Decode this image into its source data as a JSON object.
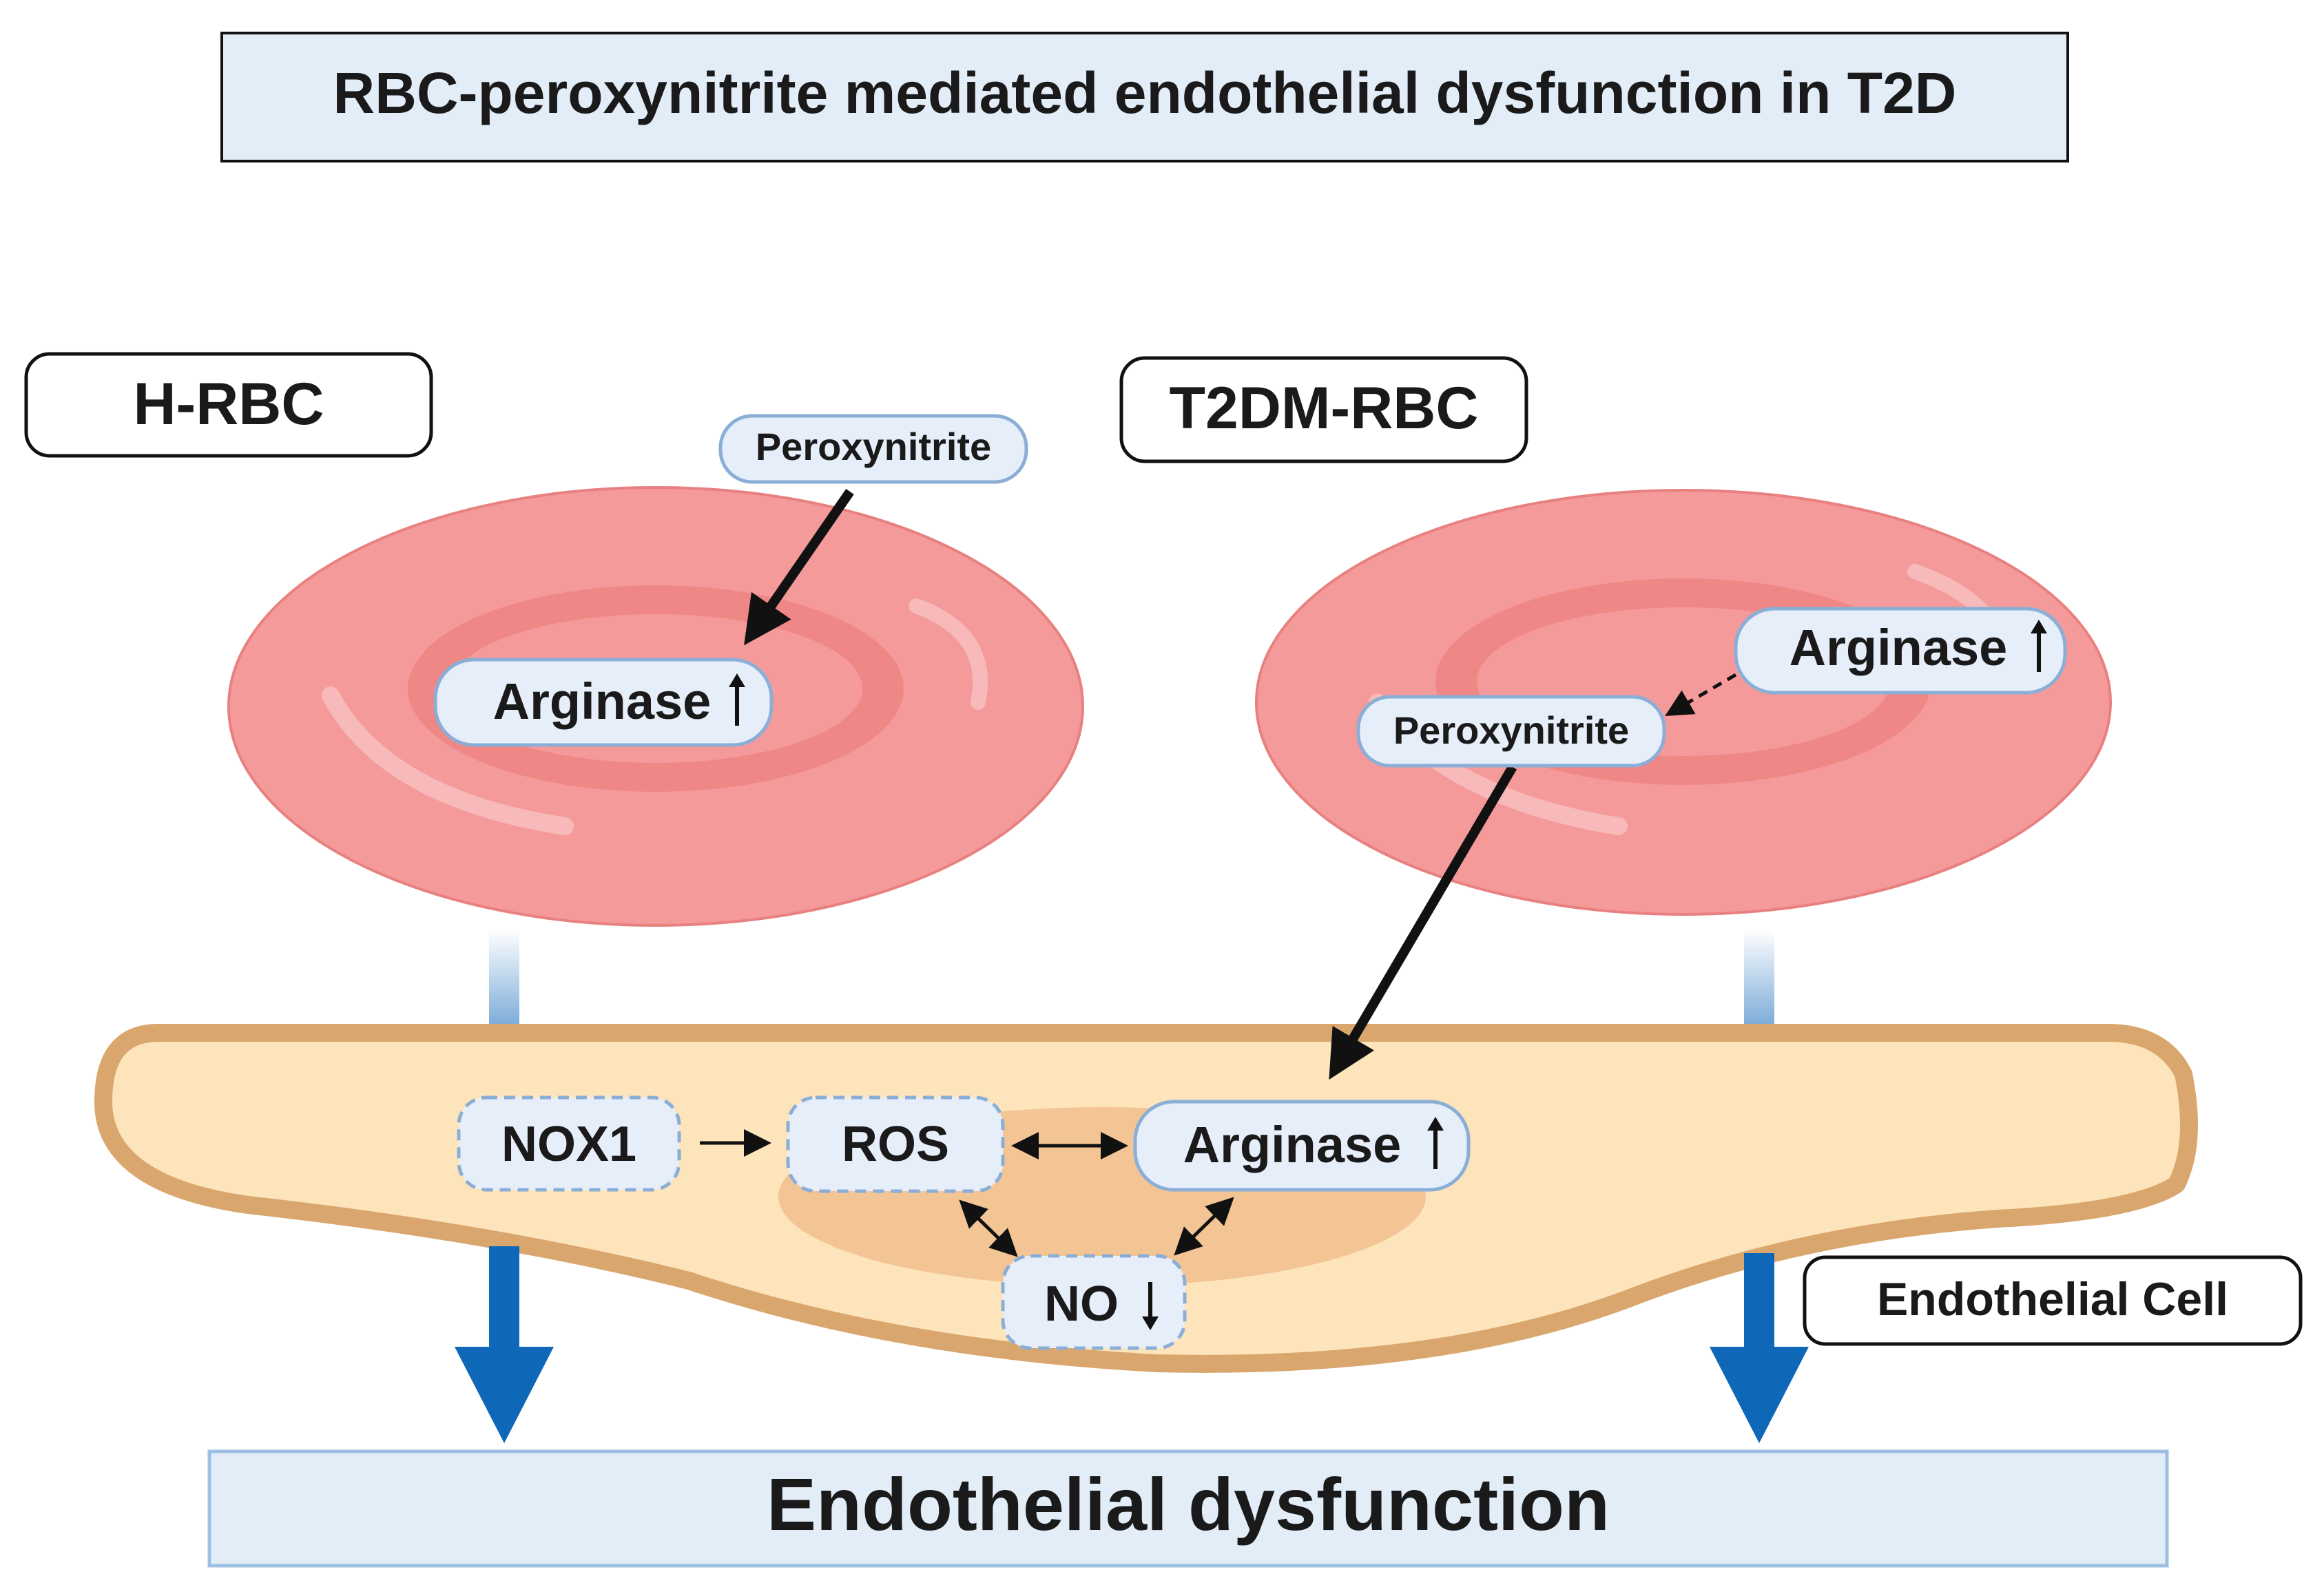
{
  "title": "RBC-peroxynitrite mediated endothelial dysfunction in T2D",
  "panels": {
    "healthy_label": "H-RBC",
    "t2dm_label": "T2DM-RBC"
  },
  "healthy_rbc": {
    "peroxynitrite": "Peroxynitrite",
    "arginase": "Arginase"
  },
  "t2dm_rbc": {
    "arginase": "Arginase",
    "peroxynitrite": "Peroxynitrite"
  },
  "endothelial_cell": {
    "label": "Endothelial Cell",
    "nox1": "NOX1",
    "ros": "ROS",
    "arginase": "Arginase",
    "no": "NO"
  },
  "outcome": "Endothelial dysfunction",
  "colors": {
    "rbc_fill": "#f59a9a",
    "rbc_inner": "#f08585",
    "cell_fill": "#fde4ba",
    "cell_border": "#d9a66e",
    "nucleus": "#f3c595",
    "node_fill": "#e6eef9",
    "node_border": "#8aaed6",
    "blue_arrow": "#0f67b8",
    "outcome_fill": "#e2edf8"
  }
}
